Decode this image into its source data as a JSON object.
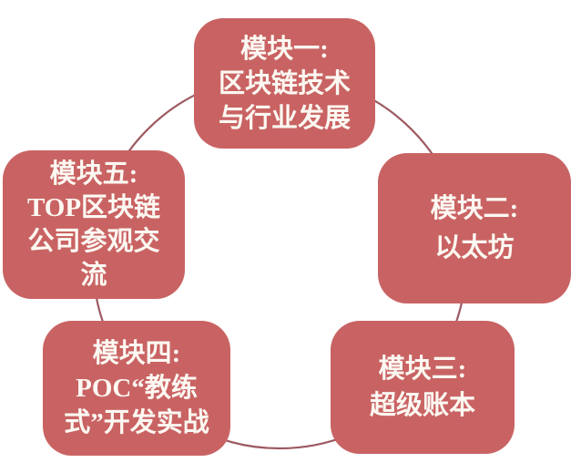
{
  "diagram": {
    "type": "cycle",
    "background_color": "#ffffff",
    "node_fill_color": "#c96363",
    "node_text_color": "#fcf8f2",
    "ring_color": "#9d5a63",
    "nodes": [
      {
        "id": "module-1",
        "position": "top",
        "title": "模块一:",
        "body": "区块链技术\n与行业发展"
      },
      {
        "id": "module-2",
        "position": "right",
        "title": "模块二:",
        "body": "以太坊"
      },
      {
        "id": "module-3",
        "position": "bottom-right",
        "title": "模块三:",
        "body": "超级账本"
      },
      {
        "id": "module-4",
        "position": "bottom-left",
        "title": "模块四:",
        "body": "POC“教练\n式”开发实战"
      },
      {
        "id": "module-5",
        "position": "left",
        "title": "模块五:",
        "body": "TOP区块链\n公司参观交\n流"
      }
    ]
  }
}
